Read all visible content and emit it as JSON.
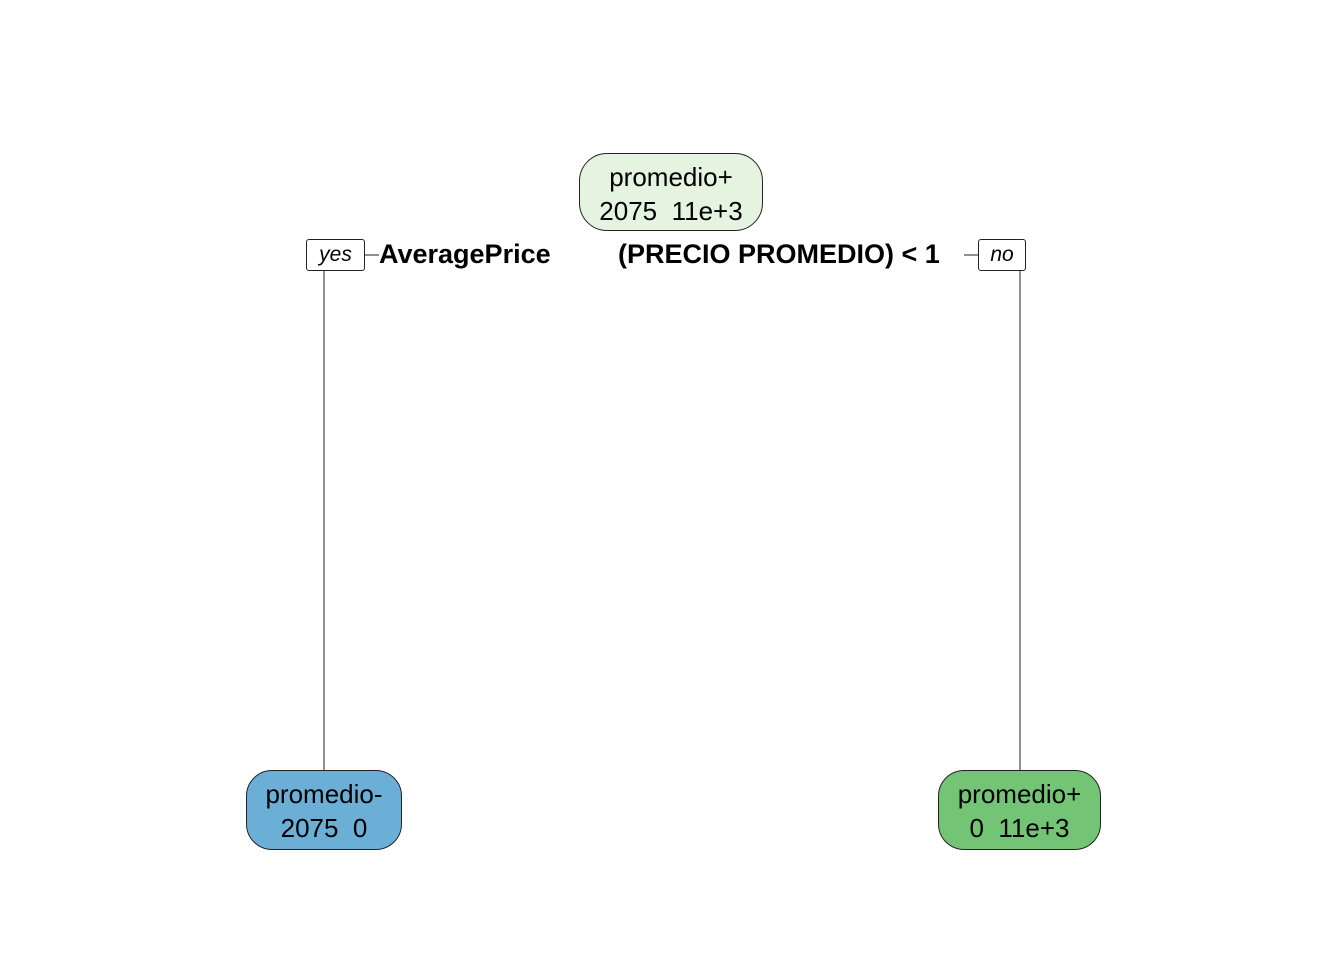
{
  "tree": {
    "root": {
      "class_label": "promedio+",
      "counts": "2075  11e+3",
      "fill": "#e5f4e0"
    },
    "split": {
      "variable": "AveragePrice",
      "condition": "(PRECIO PROMEDIO) < 1",
      "yes_label": "yes",
      "no_label": "no"
    },
    "leaves": [
      {
        "class_label": "promedio-",
        "counts": "2075  0",
        "fill": "#6baed6"
      },
      {
        "class_label": "promedio+",
        "counts": "0  11e+3",
        "fill": "#74c476"
      }
    ]
  }
}
